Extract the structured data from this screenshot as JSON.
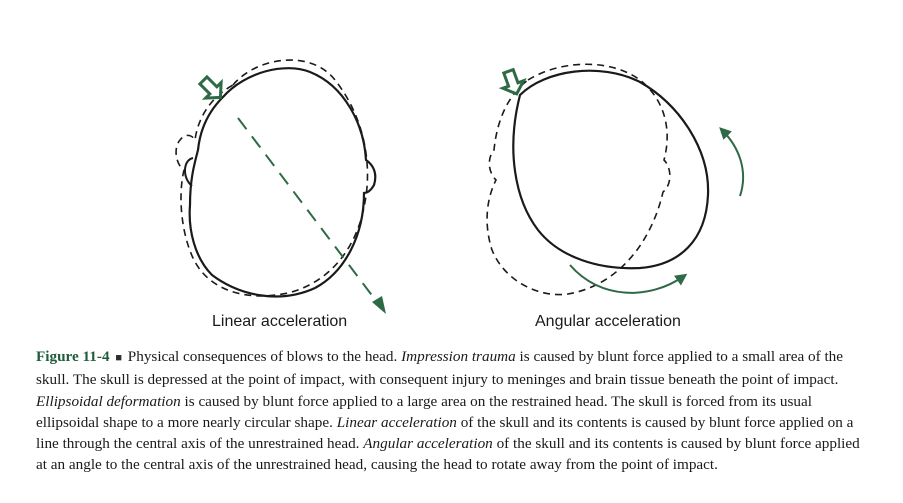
{
  "colors": {
    "outline": "#1a1a1a",
    "accent_green": "#2e6a45",
    "figure_label": "#1f5d3a"
  },
  "icons": {
    "impact_arrow": "hollow-arrow-icon",
    "rotation_arrow": "curved-arrow-icon"
  },
  "panels": [
    {
      "label": "Linear acceleration"
    },
    {
      "label": "Angular acceleration"
    }
  ],
  "caption": {
    "figure_label": "Figure 11-4",
    "separator": "■",
    "s1": "Physical consequences of blows to the head.",
    "t1": "Impression trauma",
    "s2": "is caused by blunt force applied to a small area of the skull. The skull is depressed at the point of impact, with consequent injury to meninges and brain tissue beneath the point of impact.",
    "t2": "Ellipsoidal deformation",
    "s3": "is caused by blunt force applied to a large area on the restrained head. The skull is forced from its usual ellipsoidal shape to a more nearly circular shape.",
    "t3": "Linear acceleration",
    "s4": "of the skull and its contents is caused by blunt force applied on a line through the central axis of the unrestrained head.",
    "t4": "Angular acceleration",
    "s5": "of the skull and its contents is caused by blunt force applied at an angle to the central axis of the unrestrained head, causing the head to rotate away from the point of impact."
  }
}
